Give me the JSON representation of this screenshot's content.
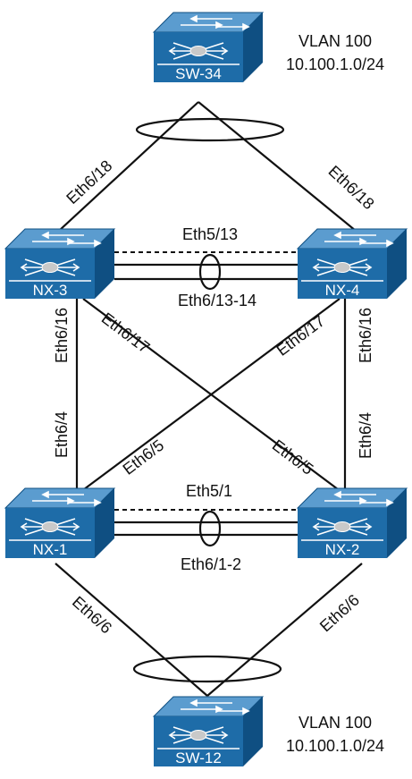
{
  "colors": {
    "switch_top": "#5b9ccf",
    "switch_front": "#1e6ca8",
    "switch_side": "#0f4f82",
    "link": "#111111"
  },
  "icons": {
    "switch": "layer3-switch-icon"
  },
  "devices": {
    "sw34": {
      "name": "SW-34"
    },
    "nx3": {
      "name": "NX-3"
    },
    "nx4": {
      "name": "NX-4"
    },
    "nx1": {
      "name": "NX-1"
    },
    "nx2": {
      "name": "NX-2"
    },
    "sw12": {
      "name": "SW-12"
    }
  },
  "subnets": {
    "top": {
      "vlan": "VLAN 100",
      "network": "10.100.1.0/24"
    },
    "bottom": {
      "vlan": "VLAN 100",
      "network": "10.100.1.0/24"
    }
  },
  "links": {
    "sw34_nx3": "Eth6/18",
    "sw34_nx4": "Eth6/18",
    "nx3_nx4_peer_keepalive": "Eth5/13",
    "nx3_nx4_peer_link": "Eth6/13-14",
    "nx3_down": "Eth6/16",
    "nx3_cross": "Eth6/17",
    "nx4_down": "Eth6/16",
    "nx4_cross": "Eth6/17",
    "nx1_up": "Eth6/4",
    "nx1_cross": "Eth6/5",
    "nx2_up": "Eth6/4",
    "nx2_cross": "Eth6/5",
    "nx1_nx2_peer_keepalive": "Eth5/1",
    "nx1_nx2_peer_link": "Eth6/1-2",
    "nx1_sw12": "Eth6/6",
    "nx2_sw12": "Eth6/6"
  }
}
